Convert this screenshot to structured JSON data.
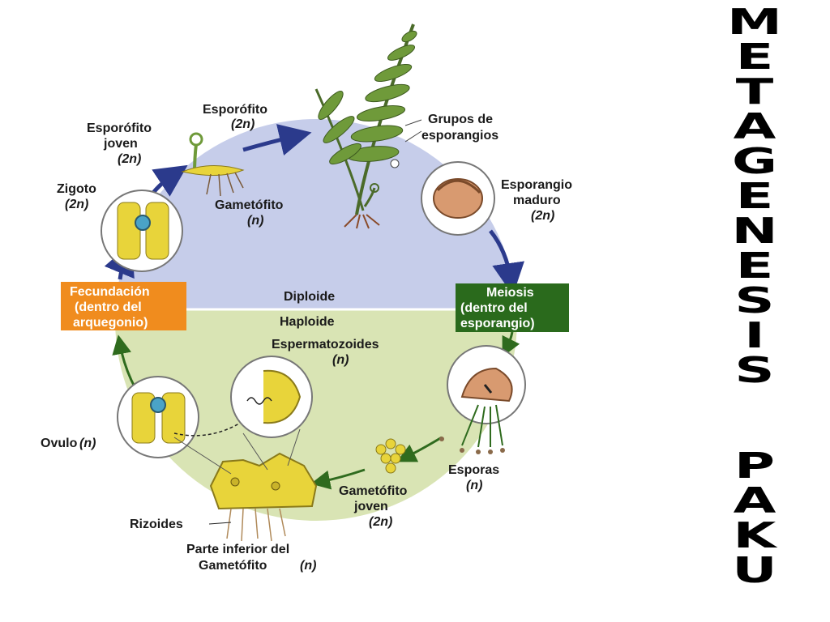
{
  "diagram": {
    "labels": {
      "esporofito": "Esporófito",
      "esporofito_2n": "(2n)",
      "grupos_l1": "Grupos de",
      "grupos_l2": "esporangios",
      "esporofito_joven_l1": "Esporófito",
      "esporofito_joven_l2": "joven",
      "esporofito_joven_2n": "(2n)",
      "zigoto": "Zigoto",
      "zigoto_2n": "(2n)",
      "gametofito": "Gametófito",
      "gametofito_n": "(n)",
      "esporangio_l1": "Esporangio",
      "esporangio_l2": "maduro",
      "esporangio_2n": "(2n)",
      "fecundacion_l1": "Fecundación",
      "fecundacion_l2": "(dentro del",
      "fecundacion_l3": "arquegonio)",
      "diploide": "Diploide",
      "haploide": "Haploide",
      "meiosis_l1": "Meiosis",
      "meiosis_l2": "(dentro del",
      "meiosis_l3": "esporangio)",
      "espermatozoides": "Espermatozoides",
      "espermatozoides_n": "(n)",
      "ovulo": "Ovulo",
      "ovulo_n": "(n)",
      "esporas": "Esporas",
      "esporas_n": "(n)",
      "gam_joven_l1": "Gametófito",
      "gam_joven_l2": "joven",
      "gam_joven_2n": "(2n)",
      "rizoides": "Rizoides",
      "parte_l1": "Parte inferior del",
      "parte_l2": "Gametófito",
      "parte_n": "(n)"
    },
    "colors": {
      "diploid": "#c6cdea",
      "haploid": "#d9e4b4",
      "blue_arrow": "#2b3a8c",
      "green_arrow": "#2f6b1e",
      "fecundacion_box": "#f08c1e",
      "meiosis_box": "#2a6a1c",
      "yellow": "#e8d43a"
    }
  },
  "side_title": {
    "word1": [
      "M",
      "E",
      "T",
      "A",
      "G",
      "E",
      "N",
      "E",
      "S",
      "I",
      "S"
    ],
    "word2": [
      "P",
      "A",
      "K",
      "U"
    ]
  }
}
